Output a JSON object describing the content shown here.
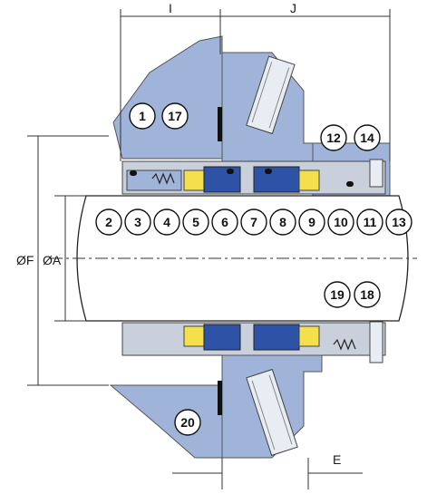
{
  "dimensions": {
    "I": "I",
    "J": "J",
    "E": "E",
    "F": "ØF",
    "A": "ØA"
  },
  "callouts": [
    "1",
    "17",
    "12",
    "14",
    "2",
    "3",
    "4",
    "5",
    "6",
    "7",
    "8",
    "9",
    "10",
    "11",
    "13",
    "19",
    "18",
    "20"
  ],
  "colors": {
    "housing": "#9fb4d8",
    "housing_dark": "#7f97c2",
    "shaft": "#ffffff",
    "seal_ring": "#2e53a6",
    "seal_yellow": "#f3e04c",
    "metal": "#c9d0dc",
    "line": "#1a1a1a"
  }
}
